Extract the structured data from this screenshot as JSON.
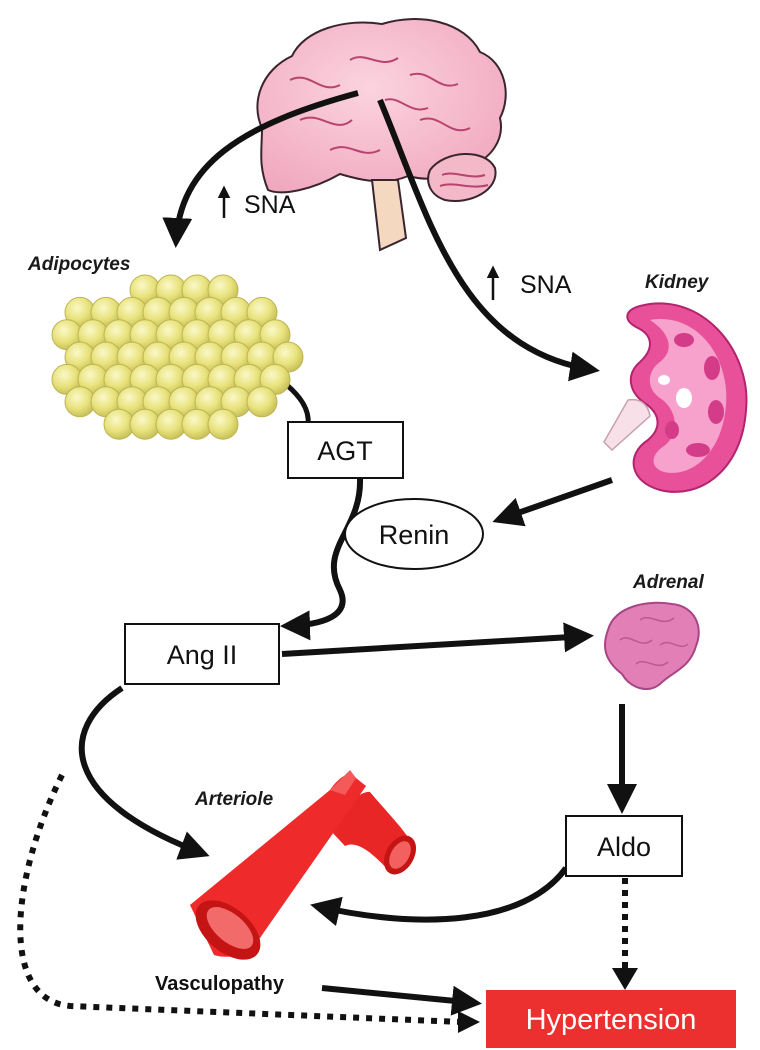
{
  "labels": {
    "adipocytes": "Adipocytes",
    "kidney": "Kidney",
    "adrenal": "Adrenal",
    "arteriole": "Arteriole",
    "vasculopathy": "Vasculopathy",
    "sna_left": "SNA",
    "sna_right": "SNA"
  },
  "boxes": {
    "agt": "AGT",
    "renin": "Renin",
    "ang_ii": "Ang II",
    "aldo": "Aldo",
    "hypertension": "Hypertension"
  },
  "icons": {
    "brain": "brain-icon",
    "adipocytes": "adipocyte-cluster-icon",
    "kidney": "kidney-icon",
    "adrenal": "adrenal-gland-icon",
    "arteriole": "arteriole-icon"
  },
  "colors": {
    "brain": "#f4b6c8",
    "adipocytes": "#e6e07a",
    "kidney": "#e8509a",
    "adrenal": "#e27fb6",
    "arteriole": "#ee2a2a",
    "hypertension_box": "#ec2f2f",
    "arrows": "#111111"
  }
}
